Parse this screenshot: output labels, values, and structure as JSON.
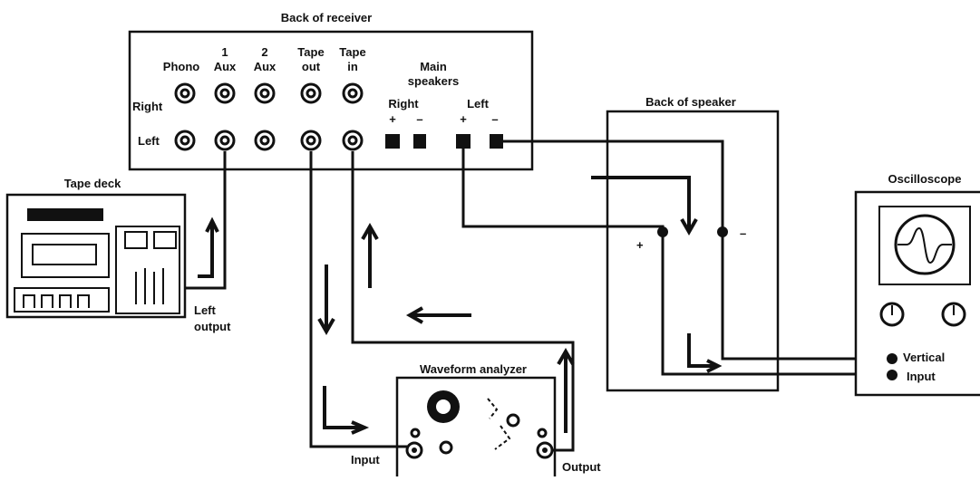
{
  "receiver": {
    "title": "Back of receiver",
    "phono": "Phono",
    "aux1_num": "1",
    "aux1": "Aux",
    "aux2_num": "2",
    "aux2": "Aux",
    "tape_out_1": "Tape",
    "tape_out_2": "out",
    "tape_in_1": "Tape",
    "tape_in_2": "in",
    "main_1": "Main",
    "main_2": "speakers",
    "right_row": "Right",
    "left_row": "Left",
    "spk_right": "Right",
    "spk_left": "Left",
    "plus": "+",
    "minus": "–"
  },
  "tape_deck": {
    "title": "Tape deck",
    "output_1": "Left",
    "output_2": "output"
  },
  "speaker": {
    "title": "Back of speaker",
    "plus": "+",
    "minus": "–"
  },
  "oscilloscope": {
    "title": "Oscilloscope",
    "input_1": "Vertical",
    "input_2": "Input"
  },
  "analyzer": {
    "title": "Waveform analyzer",
    "input": "Input",
    "output": "Output"
  }
}
